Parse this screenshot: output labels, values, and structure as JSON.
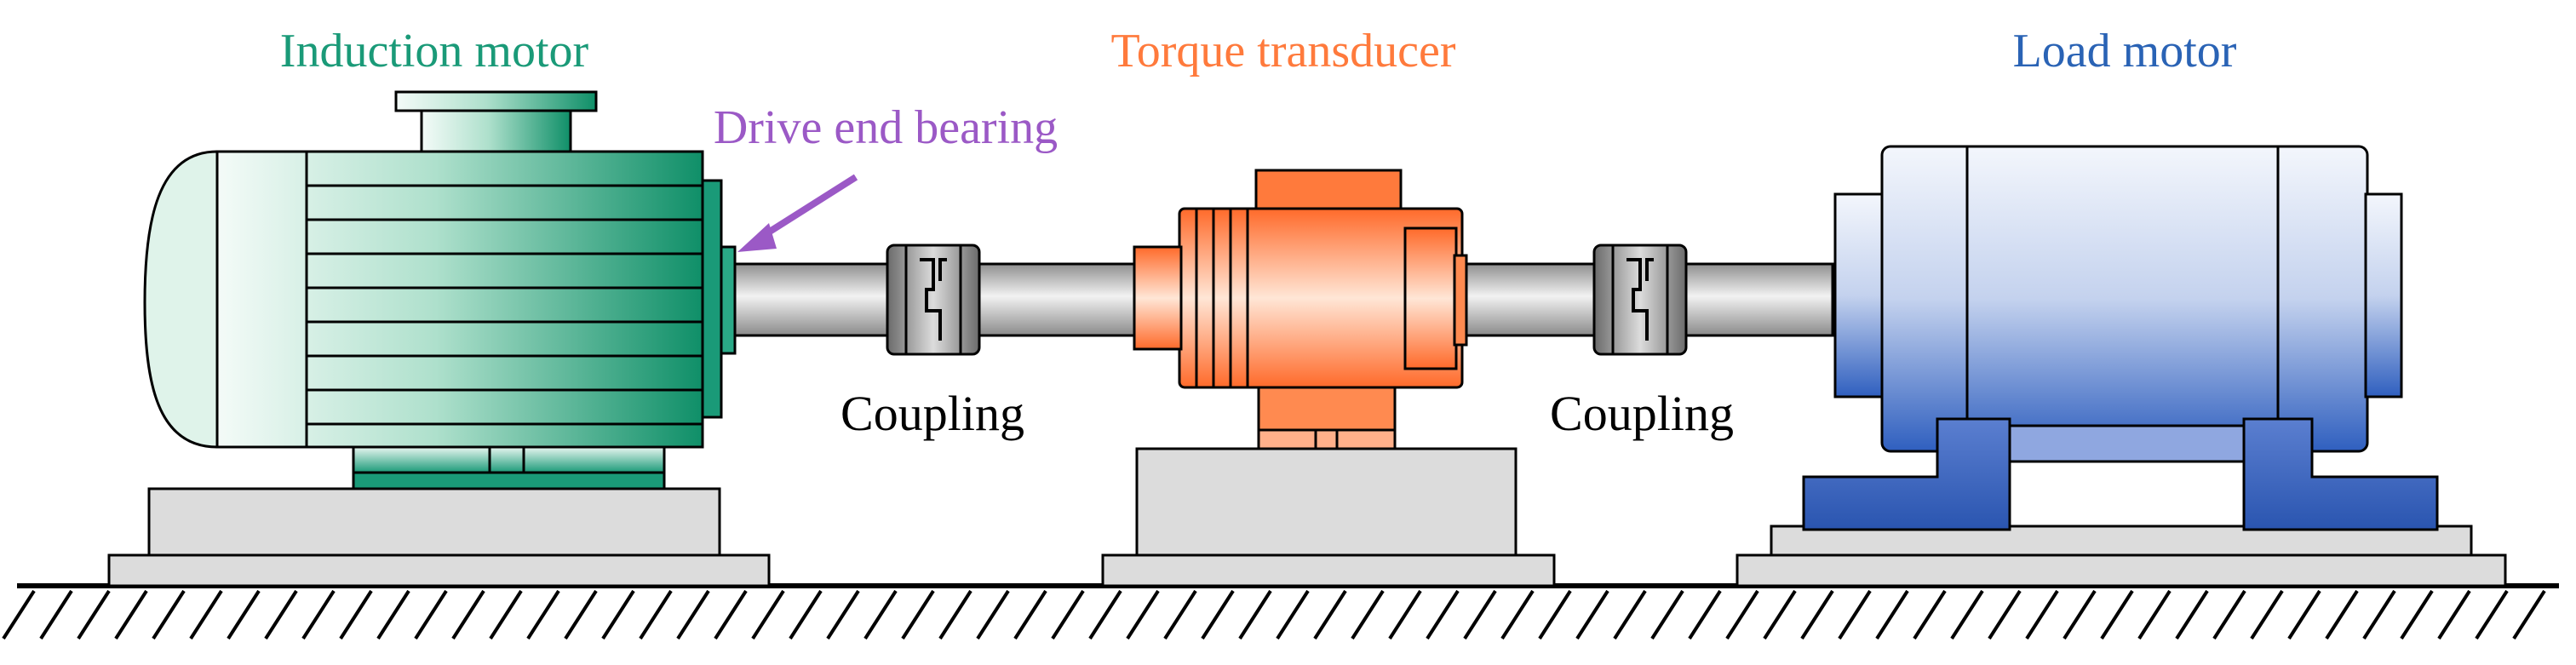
{
  "labels": {
    "induction_motor": "Induction motor",
    "drive_end_bearing": "Drive end bearing",
    "torque_transducer": "Torque transducer",
    "load_motor": "Load motor",
    "coupling_left": "Coupling",
    "coupling_right": "Coupling"
  },
  "colors": {
    "induction_motor": "#1a9a78",
    "drive_end_bearing": "#9b59c6",
    "torque_transducer": "#ff7a3c",
    "load_motor": "#2a63b5",
    "ground": "#000000",
    "base": "#dcdcdc"
  }
}
